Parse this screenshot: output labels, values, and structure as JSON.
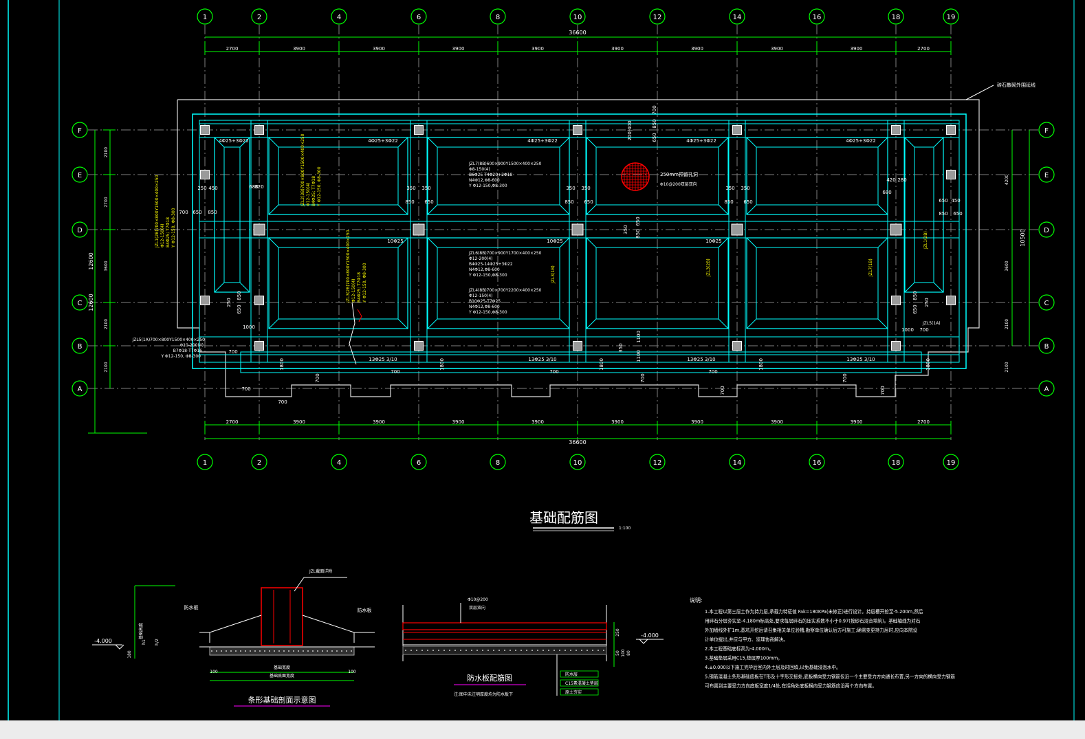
{
  "axes": {
    "columns": [
      "1",
      "2",
      "4",
      "6",
      "8",
      "10",
      "12",
      "14",
      "16",
      "18",
      "19"
    ],
    "rows": [
      "F",
      "E",
      "D",
      "C",
      "B",
      "A"
    ]
  },
  "dims": {
    "total_x": "36600",
    "spacings_x": [
      "2700",
      "3900",
      "3900",
      "3900",
      "3900",
      "3900",
      "3900",
      "3900",
      "3900",
      "2700"
    ],
    "left_total": "12600",
    "left_total_lower": "12600",
    "left_parts": [
      "2100",
      "2700",
      "3600",
      "2100",
      "2100"
    ],
    "right_total": "10500",
    "right_parts": [
      "4200",
      "3600",
      "2100",
      "2100"
    ]
  },
  "labels": {
    "offset_line": "砖石散砌外围延线",
    "hole": "250mm预留孔洞",
    "hole_sub": "Φ10@200双层双向",
    "beam_top_1": "4Φ25+3Φ22",
    "beam_top_2": "4Φ25+3Φ22",
    "beam_top_3": "4Φ25+3Φ22",
    "beam_top_4": "4Φ25+3Φ22",
    "beam_top_5": "4Φ25+3Φ22",
    "beam_mid": "10Φ25",
    "beam_bot": "13Φ25 3/10",
    "jzl1_a": "JZL1(2B)700×800Y1500×400×250",
    "jzl1_b": "Φ12-150(4)",
    "jzl1_c": "B4Φ25; T7Φ18",
    "jzl1_d": "Y Φ12-150, Φ8-300",
    "jzl2_a": "JZL2(3B)700×800Y1500×400×250",
    "jzl2_b": "Φ12-150(4)",
    "jzl2_c": "B4Φ25; T7Φ18",
    "jzl2_d": "Y Φ12-150, Φ8-300",
    "jzl3_a": "JZL3(2B)700×800Y1500×400×250",
    "jzl3_b": "Φ12-150(4)",
    "jzl3_c": "B4Φ25; T7Φ18",
    "jzl3_d": "Y Φ12-150, Φ8-300",
    "jzl7_a": "JZL7(8B)600×900Y1500×400×250",
    "jzl7_b": "Φ8-150(4)",
    "jzl7_c": "B6Φ25 T4Φ20+2Φ18",
    "jzl7_d": "N4Φ12,Φ8-600",
    "jzl7_e": "Y Φ12-150,Φ8-300",
    "jzl6_a": "JZL6(8B)700×900Y1700×400×250",
    "jzl6_b": "Φ12-200(4)",
    "jzl6_c": "B4Φ25-14Φ25+3Φ22",
    "jzl6_d": "N4Φ12,Φ8-600",
    "jzl6_e": "Y Φ12-150,Φ8-300",
    "jzl4_a": "JZL4(8B)700×700Y2200×400×250",
    "jzl4_b": "Φ12-150(4)",
    "jzl4_c": "B10Φ25-T7Φ25",
    "jzl4_d": "N4Φ12,Φ8-600",
    "jzl4_e": "Y Φ12-150,Φ8-300",
    "jzl5_a": "JZL5(1A)700×800Y1500×400×250",
    "jzl5_b": "Φ10-200(4)",
    "jzl5_c": "B7Φ18-T7Φ16",
    "jzl5_d": "Y Φ12-150, Φ8-300",
    "jzl5_right": "JZL5(1A)",
    "jzl3_1b": "JZL3(1B)",
    "jzl3_2b": "JZL3(2B)",
    "jzl7_1": "JZL7(1B)",
    "jzl7_2": "JZL7(8B)",
    "jzl1_r": "JZL1(2B)",
    "d_700": "700",
    "d_650": "650",
    "d_850": "850",
    "d_350": "350",
    "d_250": "250",
    "d_450": "450",
    "d_420": "420",
    "d_280": "280",
    "d_680": "680",
    "d_820": "820",
    "d_1000": "1000",
    "d_1800": "1800",
    "d_1100": "1100",
    "d_200400": "200|400"
  },
  "title": {
    "main": "基础配筋图",
    "scale": "1:100"
  },
  "detail1": {
    "title": "条形基础剖面示意图",
    "top_label": "JZL截面详附",
    "left_label": "防水板",
    "right_label": "防水板",
    "level": "-4.000",
    "h_label": "基础高度",
    "h1": "h1",
    "h2": "h/2",
    "dim_180": "180",
    "dim_100a": "100",
    "dim_100b": "100",
    "width_label": "基础宽度",
    "width2": "基础底面宽度"
  },
  "detail2": {
    "title": "防水板配筋图",
    "sub": "注:图中未注明厚度均为防水板下",
    "rebar": "Φ10@200",
    "rebar2": "双层双向",
    "level": "-4.000",
    "dim_250": "250",
    "dim_50": "50",
    "dim_100": "100",
    "dim_80": "80",
    "layer1": "防水层",
    "layer2": "C15素混凝土垫层",
    "layer3": "原土夯实",
    "layer_dim": "垫层"
  },
  "notes": {
    "heading": "说明:",
    "items": [
      "1.本工程以第三层土作为持力层,承载力特征值 Fak=180KPa(未修正)进行设计。持层槽开挖至-5.200m,然后",
      "  用碎石分层夯实至-4.180m标高处,要求每层碎石的压实系数不小于0.97(按砂石混合填筑)。基础轴线为对石",
      "  外加墙线外扩1m,基坑开挖后请召集相关单位验槽,勘察单位确认后方可施工;确需变更持力层时,应向本院设",
      "  计单位提出,并应与甲方、监理协商解决。",
      "2.本工程基础底标高为-4.000m。",
      "3.基础垫层采用C15,垫层厚100mm。",
      "4.±0.000以下施工完毕后室内外土层及时回填,以免基础浸泡水中。",
      "5.钢筋混凝土条形基础底板在T形及十字形交接处,底板横向受力钢筋仅沿一个主要受力方向通长布置,另一方向的横向受力钢筋",
      "  可布置到主要受力方向底板宽度1/4处,在拐角处底板横向受力钢筋应沿两个方向布置。"
    ]
  },
  "colors": {
    "background": "#000000",
    "axis_green": "#00ff00",
    "beam_cyan": "#00ffff",
    "text_white": "#ffffff",
    "label_yellow": "#ffff00",
    "hole_red": "#ff0000",
    "column_gray": "#9a9a9a",
    "detail_magenta": "#ff00ff",
    "bottom_bar": "#ececec"
  }
}
